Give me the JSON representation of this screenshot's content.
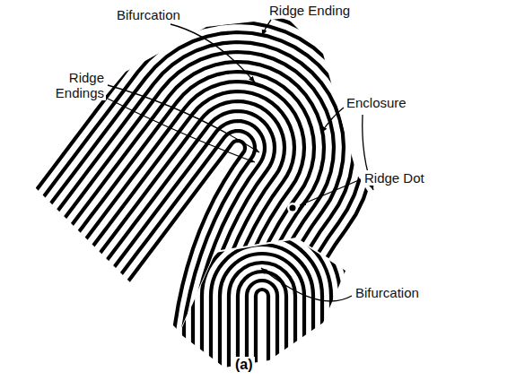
{
  "diagram": {
    "caption": "(a)",
    "labels": [
      "Bifurcation",
      "Ridge Ending",
      "Ridge Endings",
      "Enclosure",
      "Ridge Dot",
      "Bifurcation"
    ]
  }
}
